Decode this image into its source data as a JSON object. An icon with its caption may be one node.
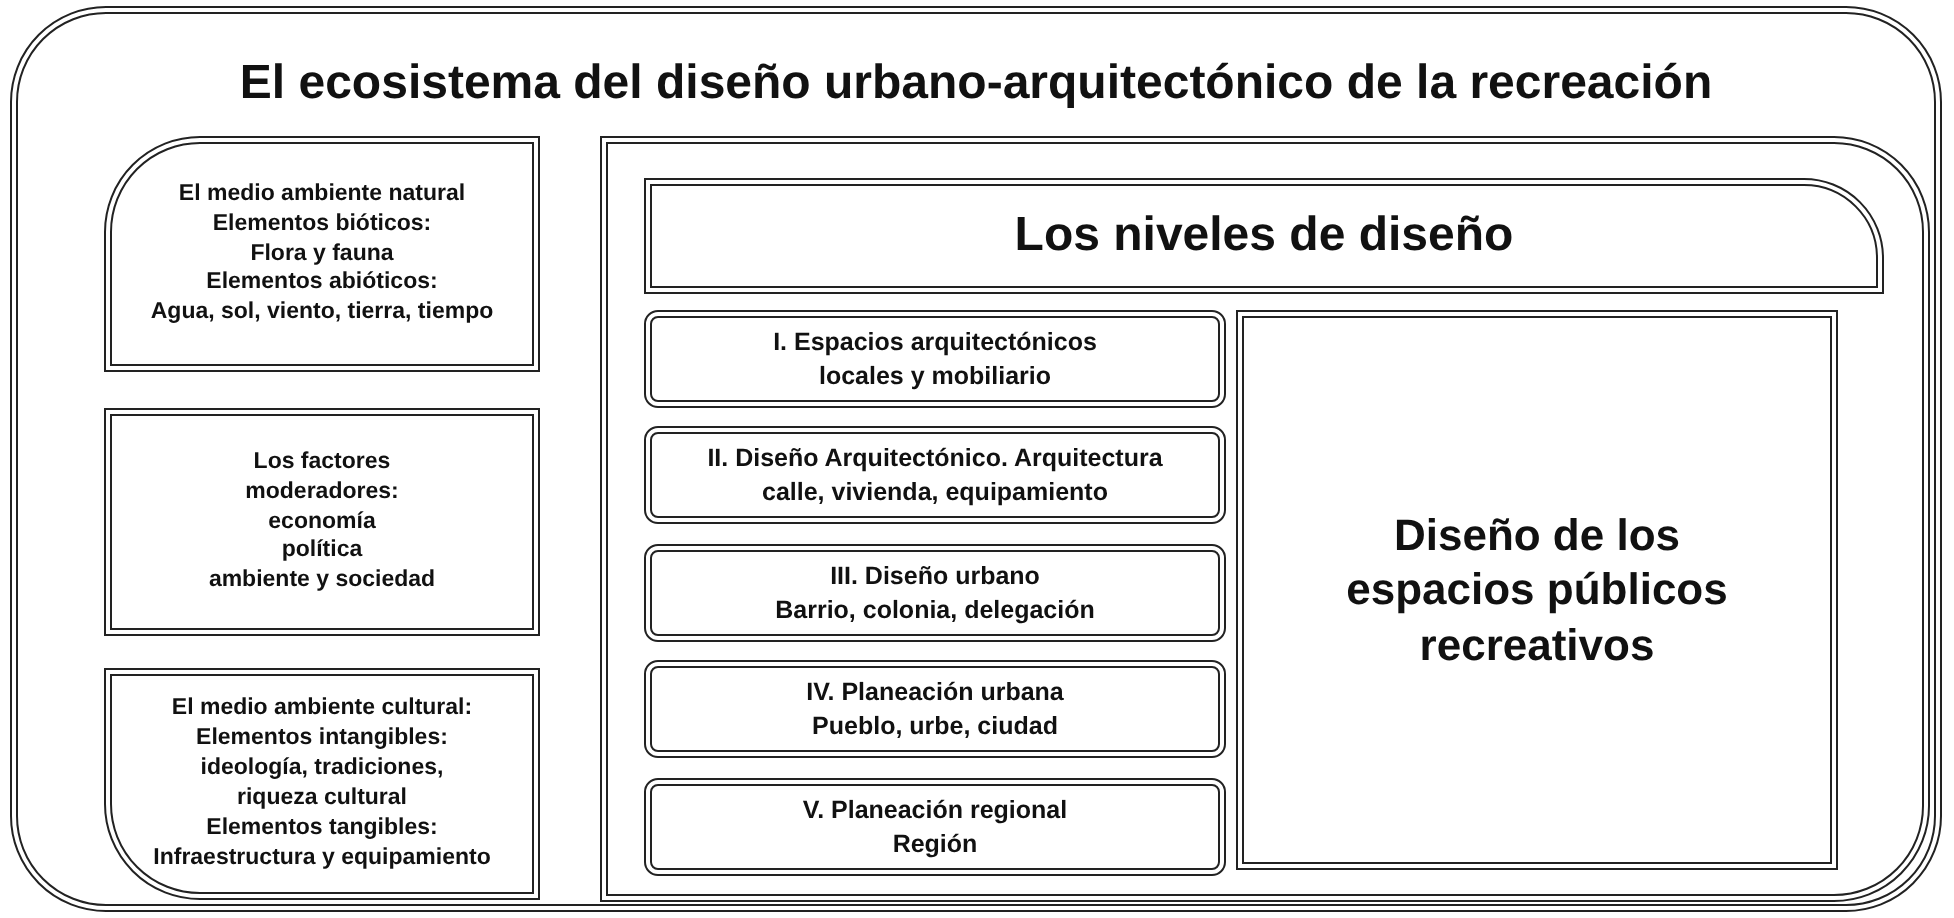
{
  "diagram": {
    "nodes": [
      {
        "text": [
          "El ecosistema del diseño urbano-arquitectónico de la recreación"
        ]
      },
      {
        "text": [
          "El medio ambiente natural",
          "Elementos bióticos:",
          "Flora y fauna",
          "Elementos abióticos:",
          "Agua, sol, viento, tierra, tiempo"
        ],
        "in": 0
      },
      {
        "text": [
          "Los factores",
          "moderadores:",
          "economía",
          "política",
          "ambiente y sociedad"
        ],
        "in": 0
      },
      {
        "text": [
          "El medio ambiente cultural:",
          "Elementos intangibles:",
          "ideología, tradiciones,",
          "riqueza cultural",
          "Elementos tangibles:",
          "Infraestructura y equipamiento"
        ],
        "in": 0
      },
      {
        "text": [],
        "shape": "box",
        "in": 0
      },
      {
        "text": [
          "Los niveles de diseño"
        ],
        "in": 4
      },
      {
        "text": [
          "I. Espacios arquitectónicos",
          "locales y mobiliario"
        ],
        "in": 4
      },
      {
        "text": [
          "II. Diseño Arquitectónico. Arquitectura",
          "calle, vivienda, equipamiento"
        ],
        "in": 4
      },
      {
        "text": [
          "III. Diseño urbano",
          "Barrio, colonia, delegación"
        ],
        "in": 4
      },
      {
        "text": [
          "IV. Planeación urbana",
          "Pueblo, urbe, ciudad"
        ],
        "in": 4
      },
      {
        "text": [
          "V. Planeación regional",
          "Región"
        ],
        "in": 4
      },
      {
        "text": [
          "Diseño de los espacios públicos recreativos"
        ],
        "in": 4
      }
    ]
  }
}
